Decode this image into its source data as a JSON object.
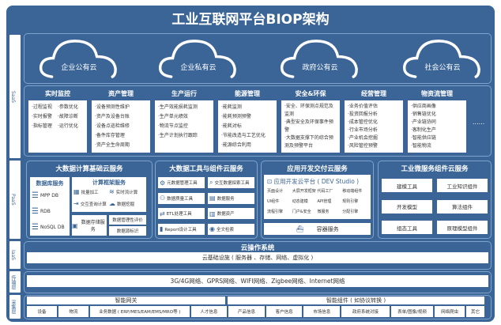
{
  "title": "工业互联网平台BIOP架构",
  "layers": {
    "saas": "SaaS",
    "paas": "PaaS",
    "iaas": "IaaS",
    "transport": "传输层",
    "collect": "采集层"
  },
  "clouds": [
    "企业公有云",
    "企业私有云",
    "政府公有云",
    "社会公有云"
  ],
  "saas_modules": [
    {
      "title": "实时监控",
      "items": [
        "·过程监视",
        "·参数优化",
        "·实时报警",
        "·故障诊断",
        "·指标管理",
        "·运行优化"
      ]
    },
    {
      "title": "资产管理",
      "items": [
        "·设备预测性维护",
        "·资产及设备台账",
        "·设备点巡检维修",
        "·备件库存管理",
        "·资产全生命周期"
      ]
    },
    {
      "title": "生产运行",
      "items": [
        "·生产效能损耗监测",
        "·生产单元绩效",
        "·物流节点监控",
        "·生产计划执行跟踪"
      ]
    },
    {
      "title": "能源管理",
      "items": [
        "·能耗监测",
        "·能耗预测预警",
        "·能耗对标",
        "·节能改造与工艺优化",
        "·能源综合利用"
      ]
    },
    {
      "title": "安全&环保",
      "items": [
        "·安全、环保测点规范及监测",
        "·典型安全及环保事件预警",
        "·大数据支撑下的综合预测及预警平台"
      ]
    },
    {
      "title": "经营管理",
      "items": [
        "·业务价值评估",
        "·投资回报分析",
        "·成本管控优化",
        "·行业市场分析",
        "·产业机会挖掘",
        "·风险管控预警"
      ]
    },
    {
      "title": "物资流管理",
      "items": [
        "·供应商画像",
        "·销售链优化",
        "·产业链协同",
        "·客制化生产",
        "·智能供应链",
        "·智能物流"
      ]
    }
  ],
  "saas_more": "......",
  "paas": {
    "g1": {
      "title": "大数据计算基础云服务",
      "db_title": "数据库服务",
      "db": [
        "MPP DB",
        "RDB",
        "NoSQL DB"
      ],
      "compute_title": "计算框架服务",
      "compute": [
        "批量加工",
        "实时流计算",
        "交互查询计算",
        "数据挖掘"
      ],
      "storage": "数据存储服务",
      "eval": "数据管理性评价",
      "source": "数据源标识"
    },
    "g2": {
      "title": "大数据工具与组件云服务",
      "items": [
        "元数据管理工具",
        "交互数据探索工具",
        "数据质量工具",
        "数据服务",
        "ETL处理工具",
        "数据资产",
        "Report设计工具",
        "全文检索"
      ]
    },
    "g3": {
      "title": "应用开发交付云服务",
      "platform": "应用开发云平台 ( DEV Studio )",
      "items": [
        "页面设计",
        "大屏开发框架",
        "代码工厂",
        "移动端组件",
        "UI组件",
        "动态建模",
        "API管理",
        "规则引擎",
        "流程引擎",
        "门户&安全",
        "微服务",
        "分配引擎"
      ],
      "container": "容器服务"
    },
    "g4": {
      "title": "工业微服务组件云服务",
      "items": [
        "建模工具",
        "工业知识组件",
        "开发模型",
        "算法组件",
        "组态工具",
        "原理模型组件"
      ]
    }
  },
  "iaas": {
    "title": "云操作系统",
    "bar": "云基础设施 ( 服务器 、存储、网络、虚拟化 )"
  },
  "transport": "3G/4G网络、GPRS网络、WIFI网络、Zigbee网络、Internet网络",
  "collect": {
    "gateway": "智能网关",
    "component": "智能组件 ( 如协议转换 )",
    "items": [
      "设备",
      "物流",
      "业务数据 ( ERP/MES/EAM/EMS/MRO等 )",
      "人才信息",
      "产品信息",
      "客户信息",
      "市场信息",
      "政府系统对接",
      "表单/图像/视频",
      "网络爬虫",
      "其它"
    ]
  }
}
